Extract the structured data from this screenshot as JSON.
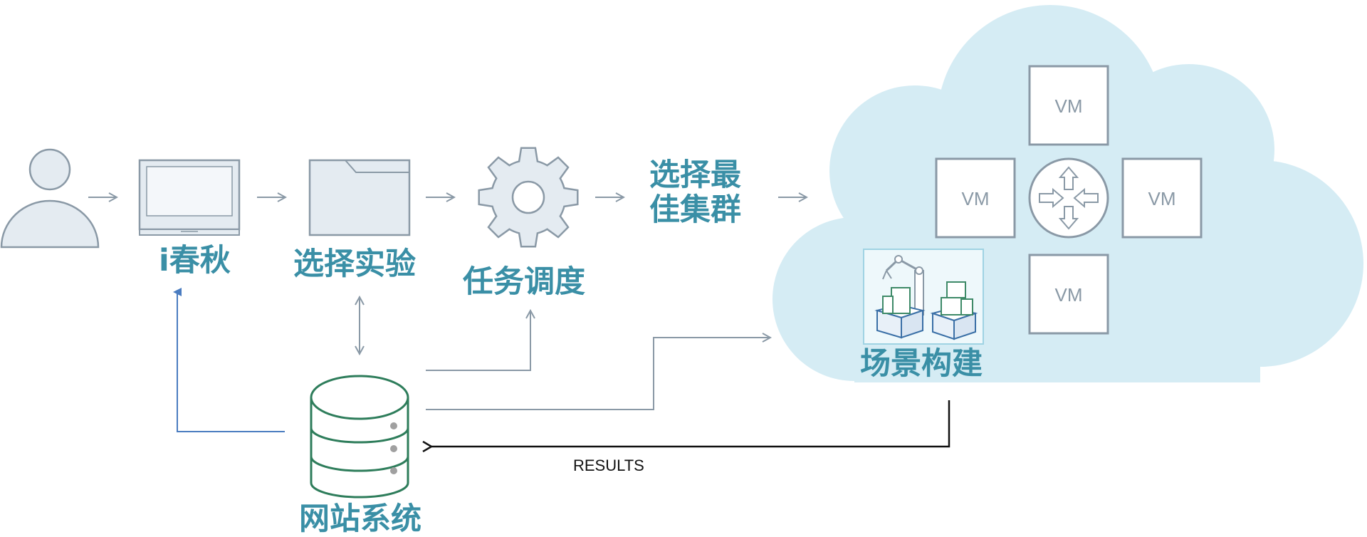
{
  "labels": {
    "user_client": "i春秋",
    "select_experiment": "选择实验",
    "task_scheduling": "任务调度",
    "select_best_cluster": "选择最佳集群",
    "select_best_cluster_line1": "选择最",
    "select_best_cluster_line2": "佳集群",
    "scene_building": "场景构建",
    "website_system": "网站系统",
    "results": "RESULTS"
  },
  "vms": [
    "VM",
    "VM",
    "VM",
    "VM"
  ],
  "colors": {
    "label": "#3a8fa6",
    "icon_stroke": "#8a99a6",
    "icon_fill": "#e4ebf1",
    "cloud": "#d5ecf4",
    "database": "#2e7d5b",
    "blue_arrow": "#4a7cc0",
    "results_arrow": "#111111"
  },
  "icons": [
    "user-icon",
    "laptop-icon",
    "folder-icon",
    "gear-icon",
    "router-icon",
    "robot-arm-icon",
    "database-icon"
  ]
}
